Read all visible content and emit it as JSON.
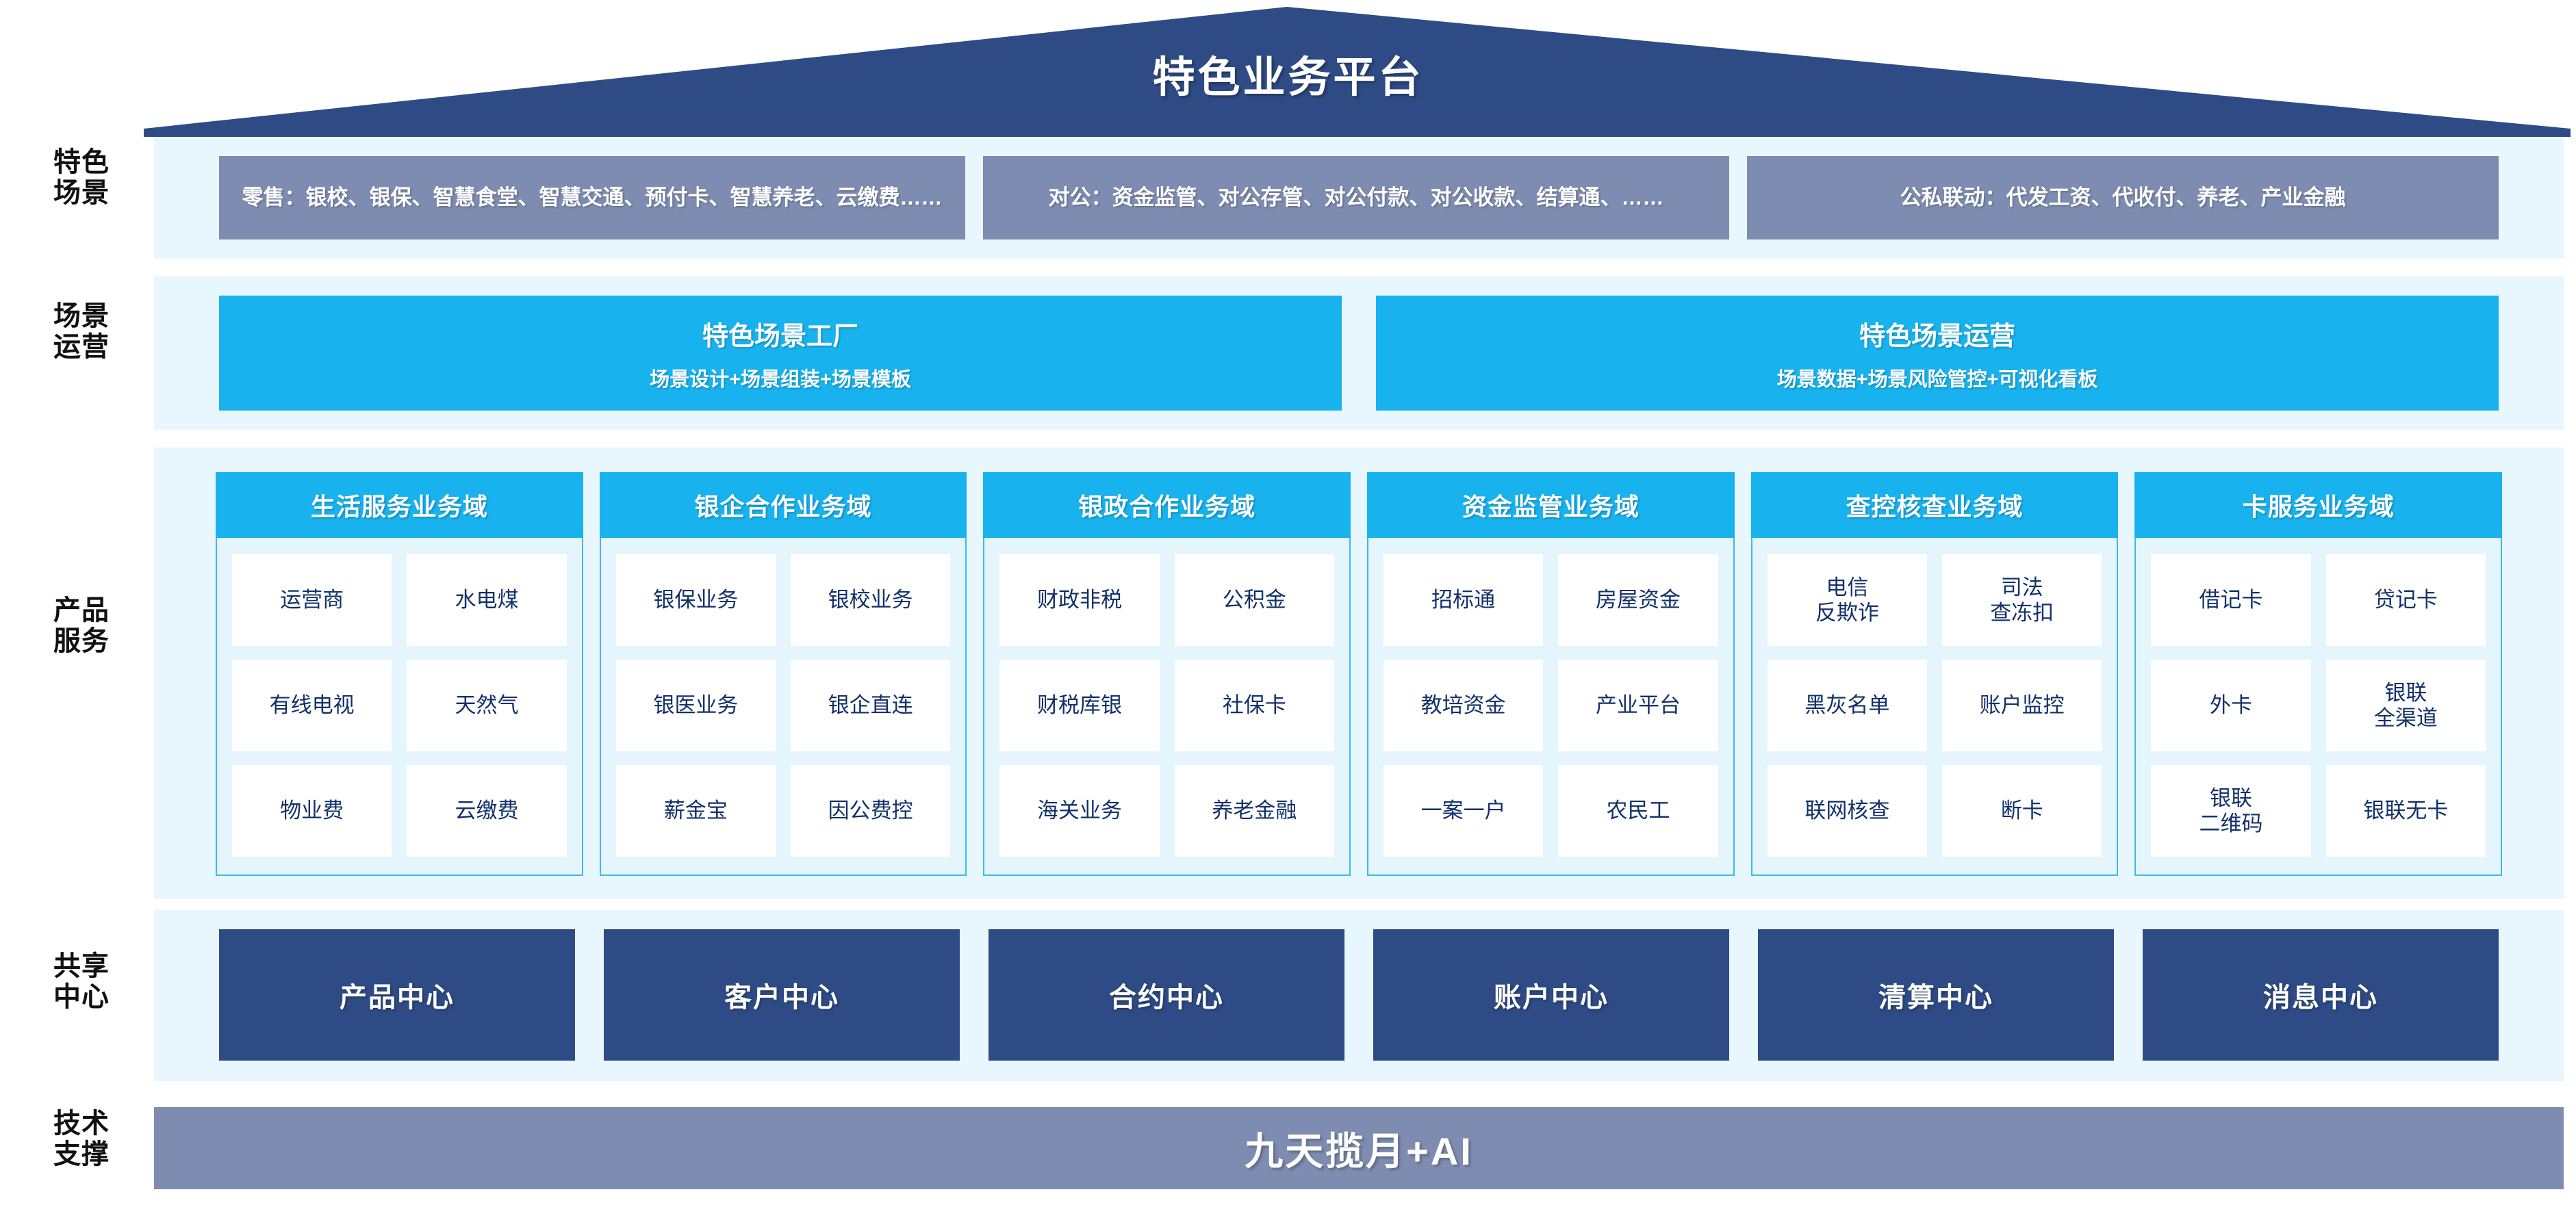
{
  "title": "特色业务平台",
  "row_labels": {
    "scene": "特色\n场景",
    "operation": "场景\n运营",
    "product": "产品\n服务",
    "shared": "共享\n中心",
    "tech": "技术\n支撑"
  },
  "scenes": [
    {
      "text": "零售：银校、银保、智慧食堂、智慧交通、预付卡、智慧养老、云缴费……"
    },
    {
      "text": "对公：资金监管、对公存管、对公付款、对公收款、结算通、……"
    },
    {
      "text": "公私联动：代发工资、代收付、养老、产业金融"
    }
  ],
  "operations": [
    {
      "title": "特色场景工厂",
      "subtitle": "场景设计+场景组装+场景模板"
    },
    {
      "title": "特色场景运营",
      "subtitle": "场景数据+场景风险管控+可视化看板"
    }
  ],
  "domains": [
    {
      "name": "生活服务业务域",
      "items": [
        "运营商",
        "水电煤",
        "有线电视",
        "天然气",
        "物业费",
        "云缴费"
      ]
    },
    {
      "name": "银企合作业务域",
      "items": [
        "银保业务",
        "银校业务",
        "银医业务",
        "银企直连",
        "薪金宝",
        "因公费控"
      ]
    },
    {
      "name": "银政合作业务域",
      "items": [
        "财政非税",
        "公积金",
        "财税库银",
        "社保卡",
        "海关业务",
        "养老金融"
      ]
    },
    {
      "name": "资金监管业务域",
      "items": [
        "招标通",
        "房屋资金",
        "教培资金",
        "产业平台",
        "一案一户",
        "农民工"
      ]
    },
    {
      "name": "查控核查业务域",
      "items": [
        "电信\n反欺诈",
        "司法\n查冻扣",
        "黑灰名单",
        "账户监控",
        "联网核查",
        "断卡"
      ]
    },
    {
      "name": "卡服务业务域",
      "items": [
        "借记卡",
        "贷记卡",
        "外卡",
        "银联\n全渠道",
        "银联\n二维码",
        "银联无卡"
      ]
    }
  ],
  "shared_centers": [
    "产品中心",
    "客户中心",
    "合约中心",
    "账户中心",
    "清算中心",
    "消息中心"
  ],
  "tech_support": "九天揽月+AI",
  "colors": {
    "roof_dark_blue": "#2e4b85",
    "band_light_blue": "#e8f7fd",
    "scene_box_slate": "#7d8cb0",
    "accent_cyan": "#18b2ee",
    "domain_border": "#3fb9e8",
    "domain_body": "#e4f5fc",
    "cell_white": "#ffffff",
    "cell_text_navy": "#12306b",
    "shared_navy": "#2e4b85",
    "tech_slate": "#7d8cb0"
  }
}
